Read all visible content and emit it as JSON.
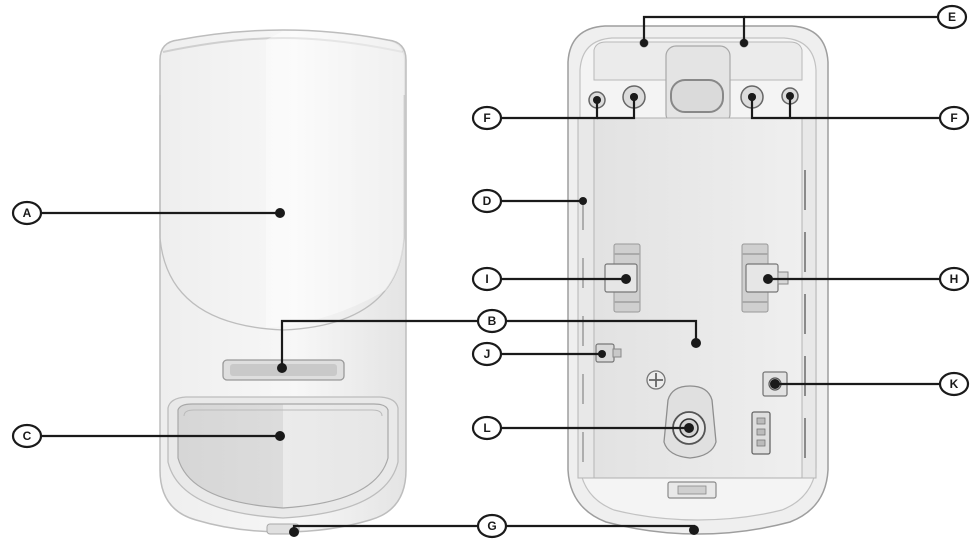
{
  "callouts": {
    "a": "A",
    "b": "B",
    "c": "C",
    "d": "D",
    "e": "E",
    "f_left": "F",
    "f_right": "F",
    "g": "G",
    "h": "H",
    "i": "I",
    "j": "J",
    "k": "K",
    "l": "L"
  }
}
